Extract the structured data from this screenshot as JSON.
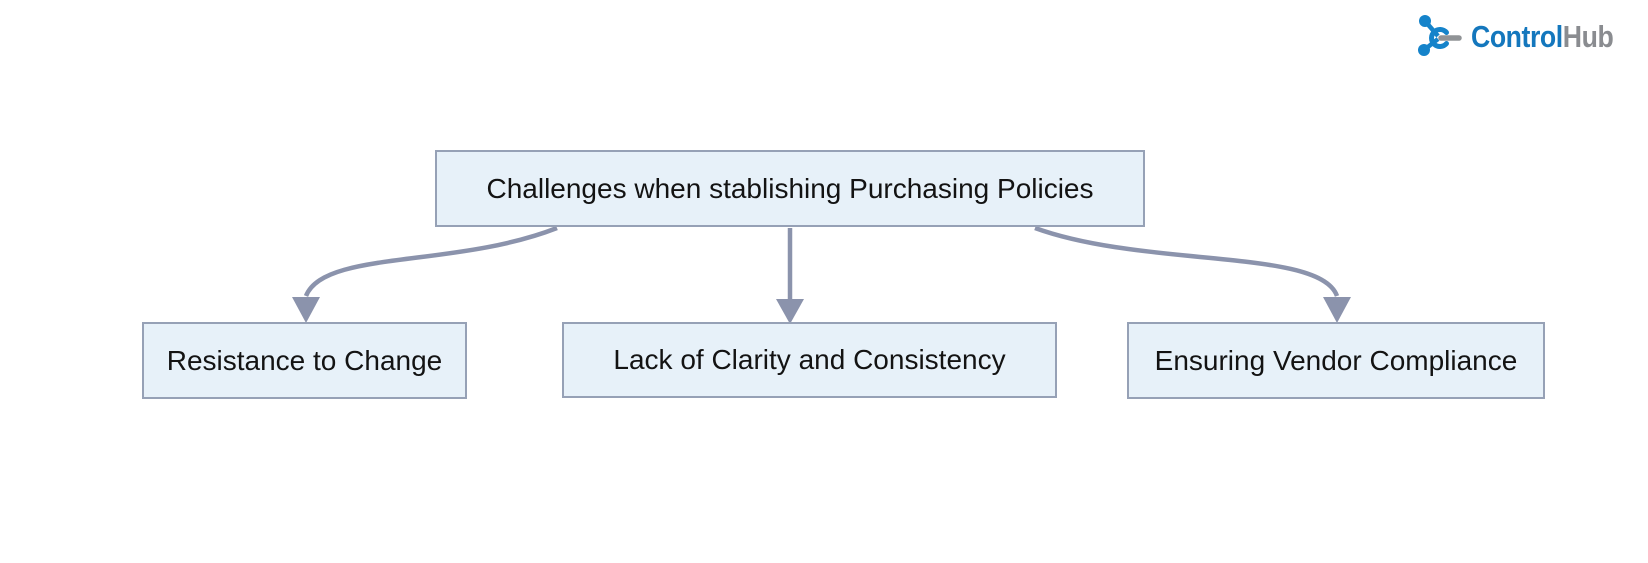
{
  "page": {
    "background_color": "#ffffff"
  },
  "logo": {
    "icon": "hub-network-icon",
    "brand_primary": "Control",
    "brand_secondary": "Hub",
    "primary_color": "#1477bd",
    "secondary_color": "#8a8c90",
    "icon_blue": "#1583ca",
    "icon_gray": "#909396"
  },
  "diagram": {
    "type": "flowchart-top-down",
    "node_fill": "#e7f1f9",
    "node_border_color": "#96a1b6",
    "edge_color": "#8b93ac",
    "text_color": "#131313",
    "root": {
      "id": "root",
      "label": "Challenges when stablishing Purchasing Policies"
    },
    "children": [
      {
        "id": "c1",
        "label": "Resistance to Change"
      },
      {
        "id": "c2",
        "label": "Lack of Clarity and Consistency"
      },
      {
        "id": "c3",
        "label": "Ensuring Vendor Compliance"
      }
    ],
    "edges": [
      {
        "from": "root",
        "to": "c1",
        "style": "curved-arrow"
      },
      {
        "from": "root",
        "to": "c2",
        "style": "straight-arrow"
      },
      {
        "from": "root",
        "to": "c3",
        "style": "curved-arrow"
      }
    ]
  }
}
